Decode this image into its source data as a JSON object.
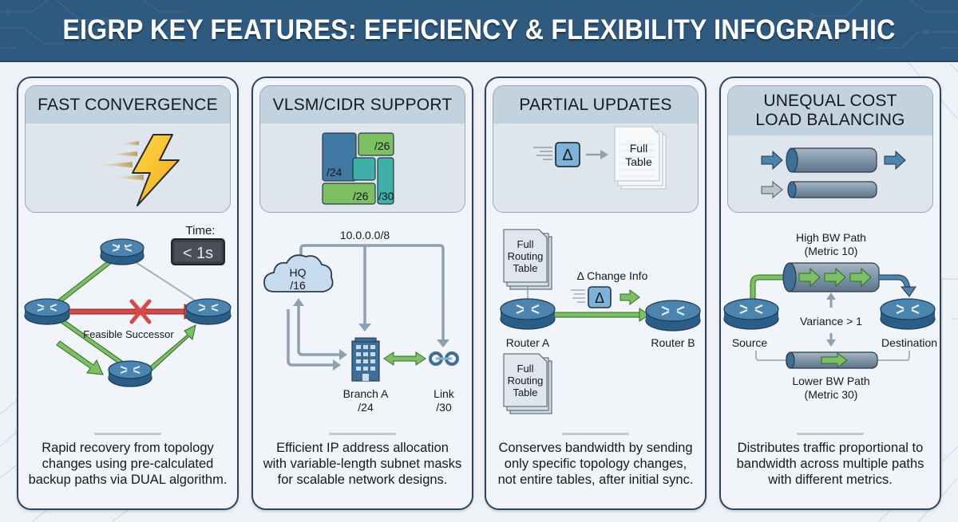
{
  "header": {
    "title": "EIGRP KEY FEATURES: EFFICIENCY & FLEXIBILITY INFOGRAPHIC"
  },
  "colors": {
    "header_bg": "#2e5a80",
    "panel_border": "#2b4560",
    "title_band": "#c3d2df",
    "router_blue": "#3f79a3",
    "path_green": "#6fb35a",
    "fail_red": "#d84a4a",
    "lightning_yellow": "#f4c430"
  },
  "panels": [
    {
      "title": "FAST CONVERGENCE",
      "icon": "lightning-bolt-icon",
      "diagram": {
        "time_label": "Time:",
        "time_value": "< 1s",
        "successor_label": "Feasible Successor",
        "nodes": [
          "router-top",
          "router-left",
          "router-right",
          "router-bottom"
        ]
      },
      "description": [
        "Rapid recovery from topology",
        "changes using pre-calculated",
        "backup paths via DUAL algorithm."
      ]
    },
    {
      "title": "VLSM/CIDR SUPPORT",
      "icon": "subnet-blocks-icon",
      "blocks": [
        "/24",
        "/26",
        "/26",
        "/30"
      ],
      "diagram": {
        "network": "10.0.0.0/8",
        "hq_label": "HQ",
        "hq_mask": "/16",
        "branch_label": "Branch A",
        "branch_mask": "/24",
        "link_label": "Link",
        "link_mask": "/30"
      },
      "description": [
        "Efficient IP address allocation",
        "with variable-length subnet masks",
        "for scalable network designs."
      ]
    },
    {
      "title": "PARTIAL UPDATES",
      "icon": "delta-update-icon",
      "icon_doc_label": [
        "Full",
        "Table"
      ],
      "diagram": {
        "doc_label": [
          "Full",
          "Routing",
          "Table"
        ],
        "change_label": "Δ Change Info",
        "delta_symbol": "Δ",
        "router_a": "Router A",
        "router_b": "Router B"
      },
      "description": [
        "Conserves bandwidth by sending",
        "only specific topology changes,",
        "not entire tables, after initial sync."
      ]
    },
    {
      "title_lines": [
        "UNEQUAL COST",
        "LOAD BALANCING"
      ],
      "icon": "pipes-icon",
      "diagram": {
        "high_path": "High BW Path",
        "high_metric": "(Metric 10)",
        "variance": "Variance > 1",
        "source": "Source",
        "destination": "Destination",
        "low_path": "Lower BW Path",
        "low_metric": "(Metric 30)"
      },
      "description": [
        "Distributes traffic proportional to",
        "bandwidth across multiple paths",
        "with different metrics."
      ]
    }
  ]
}
